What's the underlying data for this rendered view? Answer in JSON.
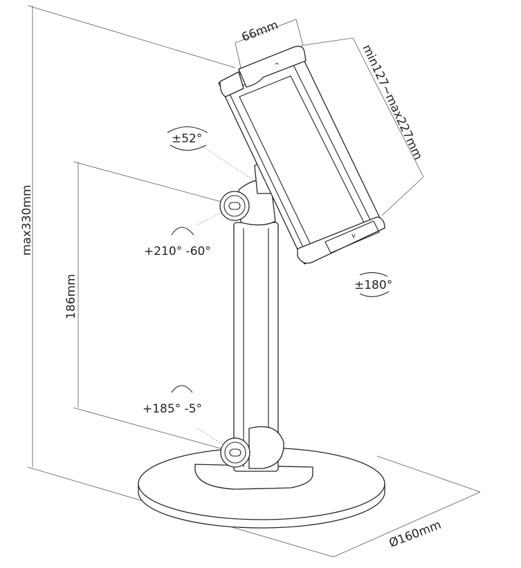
{
  "dimensions": {
    "clamp_width": "66mm",
    "clamp_range": "min127~max227mm",
    "max_height": "max330mm",
    "arm_height": "186mm",
    "base_diameter": "Ø160mm"
  },
  "rotations": {
    "tilt": "±52°",
    "upper_joint": "+210° -60°",
    "rotate": "±180°",
    "lower_joint": "+185° -5°"
  }
}
